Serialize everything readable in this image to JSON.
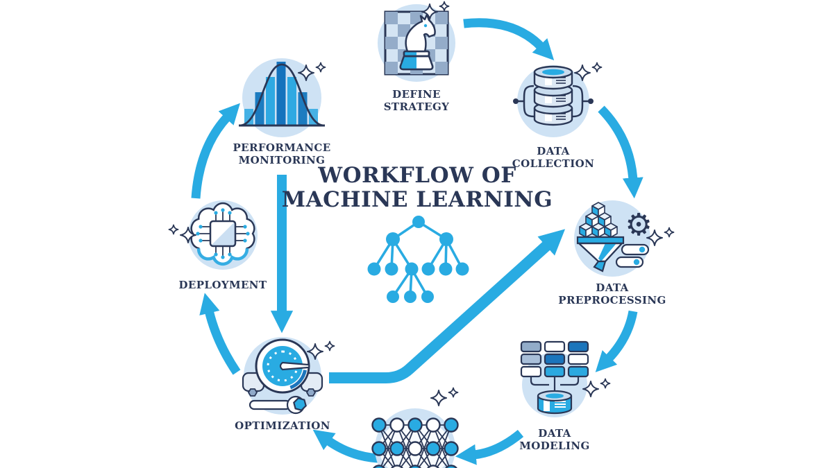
{
  "title": {
    "line1": "WORKFLOW OF",
    "line2": "MACHINE LEARNING"
  },
  "center_icon": "decision-tree-icon",
  "nodes": [
    {
      "id": "define-strategy",
      "label": "DEFINE\nSTRATEGY",
      "icon": "chess-knight-icon"
    },
    {
      "id": "data-collection",
      "label": "DATA\nCOLLECTION",
      "icon": "database-stack-icon"
    },
    {
      "id": "data-preprocessing",
      "label": "DATA\nPREPROCESSING",
      "icon": "funnel-cubes-gear-icon"
    },
    {
      "id": "data-modeling",
      "label": "DATA\nMODELING",
      "icon": "flowchart-database-icon"
    },
    {
      "id": "neural-network",
      "label": "",
      "icon": "neural-network-icon"
    },
    {
      "id": "optimization",
      "label": "OPTIMIZATION",
      "icon": "gauge-wrench-icon"
    },
    {
      "id": "deployment",
      "label": "DEPLOYMENT",
      "icon": "brain-chip-icon"
    },
    {
      "id": "performance-monitoring",
      "label": "PERFORMANCE\nMONITORING",
      "icon": "histogram-bell-curve-icon"
    }
  ],
  "flow": [
    {
      "from": "define-strategy",
      "to": "data-collection"
    },
    {
      "from": "data-collection",
      "to": "data-preprocessing"
    },
    {
      "from": "data-preprocessing",
      "to": "data-modeling"
    },
    {
      "from": "data-modeling",
      "to": "neural-network"
    },
    {
      "from": "neural-network",
      "to": "optimization"
    },
    {
      "from": "optimization",
      "to": "deployment"
    },
    {
      "from": "deployment",
      "to": "performance-monitoring"
    },
    {
      "from": "performance-monitoring",
      "to": "optimization"
    },
    {
      "from": "optimization",
      "to": "data-preprocessing"
    }
  ],
  "colors": {
    "background": "#FFFFFF",
    "arrow_blue": "#29ABE2",
    "dark_navy": "#2A3756",
    "accent_dark_blue": "#1B75BC",
    "circle_bg": "#CEE2F4",
    "grey_blue": "#94ACC9",
    "pale_blue": "#C9DCEE"
  }
}
